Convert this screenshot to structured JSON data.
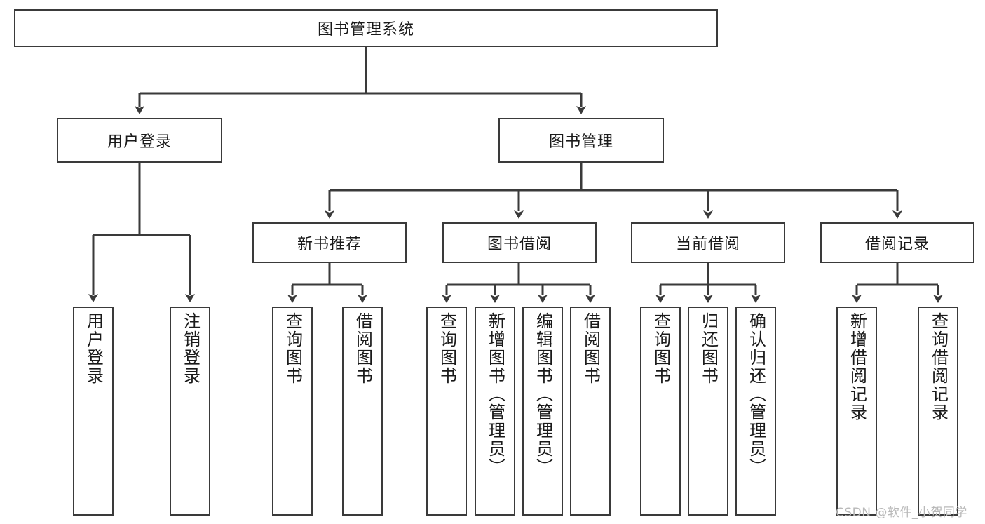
{
  "diagram": {
    "type": "tree-hierarchy",
    "title": "图书管理系统",
    "orientation": "top-down",
    "edge_color": "#3a3a3a",
    "node_border_color": "#3a3a3a",
    "node_fill_color": "#ffffff",
    "text_color": "#1a1a1a"
  },
  "nodes": {
    "root": {
      "label": "图书管理系统",
      "level": 1
    },
    "l2": [
      {
        "label": "用户登录",
        "level": 2
      },
      {
        "label": "图书管理",
        "level": 2
      }
    ],
    "l3": [
      {
        "label": "新书推荐",
        "level": 3
      },
      {
        "label": "图书借阅",
        "level": 3
      },
      {
        "label": "当前借阅",
        "level": 3
      },
      {
        "label": "借阅记录",
        "level": 3
      }
    ],
    "leaves": {
      "user_login": [
        {
          "label": "用户登录"
        },
        {
          "label": "注销登录"
        }
      ],
      "new_book_recommend": [
        {
          "label": "查询图书"
        },
        {
          "label": "借阅图书"
        }
      ],
      "book_borrow": [
        {
          "label": "查询图书"
        },
        {
          "label": "新增图书（管理员）"
        },
        {
          "label": "编辑图书（管理员）"
        },
        {
          "label": "借阅图书"
        }
      ],
      "current_borrow": [
        {
          "label": "查询图书"
        },
        {
          "label": "归还图书"
        },
        {
          "label": "确认归还（管理员）"
        }
      ],
      "borrow_record": [
        {
          "label": "新增借阅记录"
        },
        {
          "label": "查询借阅记录"
        }
      ]
    }
  },
  "watermark": {
    "text": "CSDN @软件_小贺同学"
  }
}
